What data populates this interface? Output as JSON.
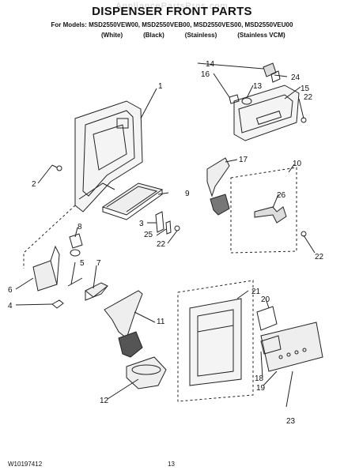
{
  "watermark": "AppliancePartsPros.com",
  "title": "DISPENSER FRONT PARTS",
  "models_line": "For Models: MSD2550VEW00, MSD2550VEB00, MSD2550VES00, MSD2550VEU00",
  "color_variants": [
    "(White)",
    "(Black)",
    "(Stainless)",
    "(Stainless VCM)"
  ],
  "callouts": [
    "1",
    "2",
    "3",
    "4",
    "5",
    "6",
    "7",
    "8",
    "9",
    "10",
    "11",
    "12",
    "13",
    "14",
    "15",
    "16",
    "17",
    "18",
    "19",
    "20",
    "21",
    "22",
    "22",
    "22",
    "23",
    "24",
    "25",
    "26"
  ],
  "footer": {
    "doc_number": "W10197412",
    "page_number": "13"
  },
  "line_color": "#222222"
}
